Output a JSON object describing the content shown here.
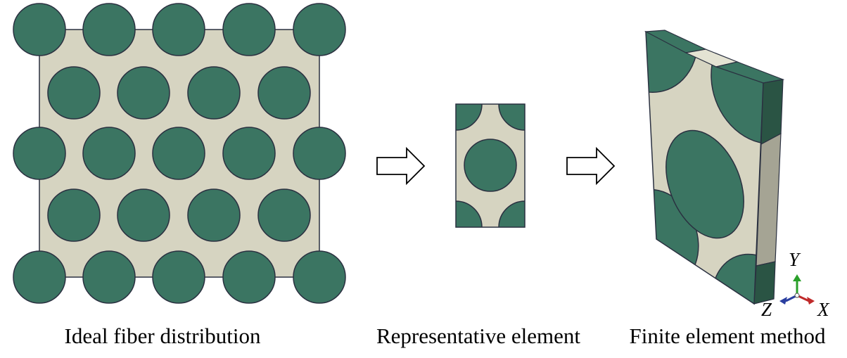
{
  "captions": {
    "ideal": "Ideal fiber distribution",
    "representative": "Representative element",
    "fem": "Finite element method"
  },
  "axes": {
    "y": "Y",
    "z": "Z",
    "x": "X"
  },
  "colors": {
    "fiber": "#3b7562",
    "matrix": "#d6d4c1",
    "outline": "#2a3040",
    "side_dark": "#2a5444",
    "side_matrix": "#a5a494",
    "axis_y": "#2aa02a",
    "axis_x": "#c02a2a",
    "axis_z": "#2a3fa0"
  },
  "icons": [
    "arrow-right-icon",
    "axis-triad-icon"
  ]
}
